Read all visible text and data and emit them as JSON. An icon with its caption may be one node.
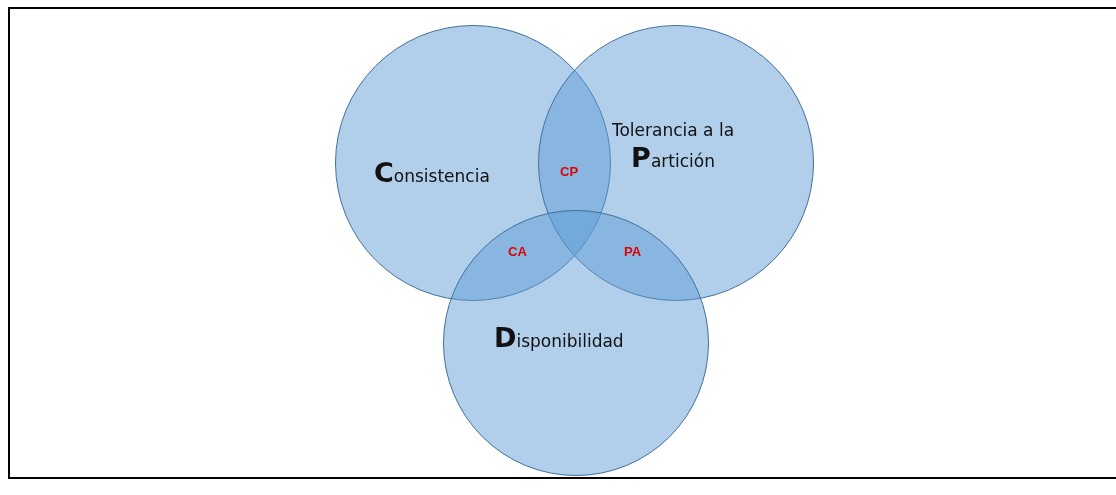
{
  "diagram": {
    "nodes": [
      {
        "text": [
          "**C**onsistencia"
        ]
      },
      {
        "text": [
          "Tolerancia a la **P**artición"
        ]
      },
      {
        "text": [
          "**D**isponibilidad"
        ]
      }
    ],
    "labels": [
      "CP",
      "CA",
      "PA"
    ]
  }
}
